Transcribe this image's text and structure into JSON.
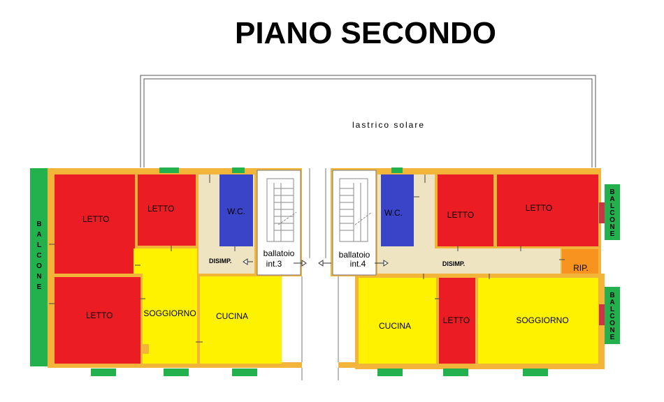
{
  "title": "PIANO SECONDO",
  "terrace_label": "lastrico solare",
  "colors": {
    "wall": "#f3b43a",
    "bedroom": "#ec1c24",
    "living": "#fff200",
    "bathroom": "#3a44c8",
    "corridor": "#efe4c2",
    "storage": "#f7931e",
    "balcony": "#22b14c"
  },
  "left_unit": {
    "rooms": {
      "letto_tl": "LETTO",
      "letto_tr": "LETTO",
      "letto_bl": "LETTO",
      "wc": "W.C.",
      "disimp": "DISIMP.",
      "soggiorno": "SOGGIORNO",
      "cucina": "CUCINA"
    },
    "ballatoio": "ballatoio",
    "interior": "int.3",
    "balcony_letters": [
      "B",
      "A",
      "L",
      "C",
      "O",
      "N",
      "E"
    ]
  },
  "right_unit": {
    "rooms": {
      "wc": "W.C.",
      "letto_a": "LETTO",
      "letto_b": "LETTO",
      "disimp": "DISIMP.",
      "rip": "RIP.",
      "cucina": "CUCINA",
      "letto_c": "LETTO",
      "soggiorno": "SOGGIORNO"
    },
    "ballatoio": "ballatoio",
    "interior": "int.4",
    "balcony_top_letters": [
      "B",
      "A",
      "L",
      "C",
      "O",
      "N",
      "E"
    ],
    "balcony_bottom_letters": [
      "B",
      "A",
      "L",
      "C",
      "O",
      "N",
      "E"
    ]
  }
}
